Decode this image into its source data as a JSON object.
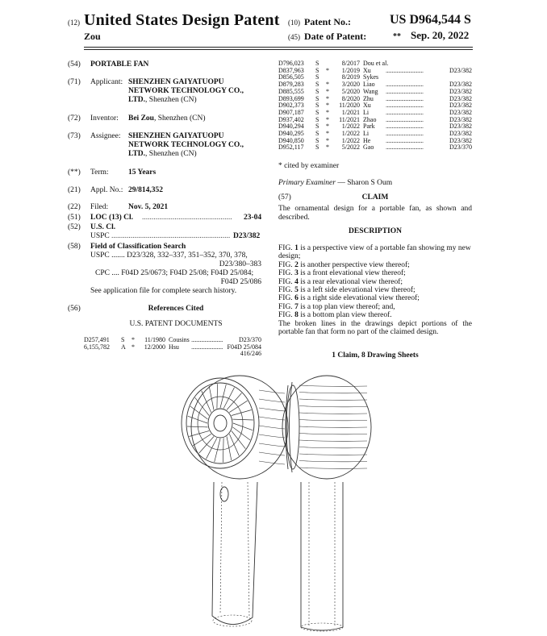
{
  "header": {
    "code12": "(12)",
    "doc_type": "United States Design Patent",
    "inventor_short": "Zou",
    "code10": "(10)",
    "patent_no_label": "Patent No.:",
    "patent_no": "US D964,544 S",
    "code45": "(45)",
    "date_label": "Date of Patent:",
    "date_stars": "**",
    "date": "Sep. 20, 2022"
  },
  "left": {
    "title_code": "(54)",
    "title": "PORTABLE FAN",
    "applicant_code": "(71)",
    "applicant_label": "Applicant:",
    "applicant_lines": [
      "SHENZHEN GAIYATUOPU",
      "NETWORK TECHNOLOGY CO.,",
      "LTD."
    ],
    "applicant_loc": ", Shenzhen (CN)",
    "inventor_code": "(72)",
    "inventor_label": "Inventor:",
    "inventor_name": "Bei Zou",
    "inventor_loc": ", Shenzhen (CN)",
    "assignee_code": "(73)",
    "assignee_label": "Assignee:",
    "assignee_lines": [
      "SHENZHEN GAIYATUOPU",
      "NETWORK TECHNOLOGY CO.,",
      "LTD."
    ],
    "assignee_loc": ", Shenzhen (CN)",
    "term_code": "(**)",
    "term_label": "Term:",
    "term_value": "15 Years",
    "appl_code": "(21)",
    "appl_label": "Appl. No.:",
    "appl_value": "29/814,352",
    "filed_code": "(22)",
    "filed_label": "Filed:",
    "filed_value": "Nov. 5, 2021",
    "loc_code": "(51)",
    "loc_label": "LOC (13) Cl.",
    "loc_dots": "...............................................",
    "loc_value": "23-04",
    "uscl_code": "(52)",
    "uscl_label": "U.S. Cl.",
    "uspc_label": "USPC",
    "uspc_dots": "..............................................................",
    "uspc_value": "D23/382",
    "foc_code": "(58)",
    "foc_label": "Field of Classification Search",
    "foc_uspc_label": "USPC ....... ",
    "foc_uspc_line1": "D23/328, 332–337, 351–352, 370, 378,",
    "foc_uspc_line2": "D23/380–383",
    "foc_cpc_label": "CPC .... ",
    "foc_cpc_line1": "F04D 25/0673; F04D 25/08; F04D 25/084;",
    "foc_cpc_line2": "F04D 25/086",
    "foc_note": "See application file for complete search history.",
    "refs_code": "(56)",
    "refs_label": "References Cited",
    "us_docs_label": "U.S. PATENT DOCUMENTS",
    "us_refs": [
      {
        "no": "D257,491",
        "kind": "S",
        "star": "*",
        "date": "11/1980",
        "name": "Cousins",
        "dots": "..........................",
        "cls": "D23/370"
      },
      {
        "no": "6,155,782",
        "kind": "A",
        "star": "*",
        "date": "12/2000",
        "name": "Hsu",
        "dots": "..........................",
        "cls": "F04D 25/084"
      }
    ],
    "ref_extra": "416/246"
  },
  "right": {
    "refs": [
      {
        "no": "D796,023",
        "kind": "S",
        "star": "",
        "date": "8/2017",
        "name": "Dou et al.",
        "dots": "",
        "cls": ""
      },
      {
        "no": "D837,963",
        "kind": "S",
        "star": "*",
        "date": "1/2019",
        "name": "Xu",
        "dots": "...............................",
        "cls": "D23/382"
      },
      {
        "no": "D856,505",
        "kind": "S",
        "star": "",
        "date": "8/2019",
        "name": "Sykes",
        "dots": "",
        "cls": ""
      },
      {
        "no": "D879,283",
        "kind": "S",
        "star": "*",
        "date": "3/2020",
        "name": "Liao",
        "dots": "...............................",
        "cls": "D23/382"
      },
      {
        "no": "D885,555",
        "kind": "S",
        "star": "*",
        "date": "5/2020",
        "name": "Wang",
        "dots": "...............................",
        "cls": "D23/382"
      },
      {
        "no": "D893,699",
        "kind": "S",
        "star": "*",
        "date": "8/2020",
        "name": "Zhu",
        "dots": "...............................",
        "cls": "D23/382"
      },
      {
        "no": "D902,373",
        "kind": "S",
        "star": "*",
        "date": "11/2020",
        "name": "Xu",
        "dots": "...............................",
        "cls": "D23/382"
      },
      {
        "no": "D907,187",
        "kind": "S",
        "star": "*",
        "date": "1/2021",
        "name": "Li",
        "dots": "...............................",
        "cls": "D23/382"
      },
      {
        "no": "D937,402",
        "kind": "S",
        "star": "*",
        "date": "11/2021",
        "name": "Zhao",
        "dots": "...............................",
        "cls": "D23/382"
      },
      {
        "no": "D940,294",
        "kind": "S",
        "star": "*",
        "date": "1/2022",
        "name": "Park",
        "dots": "...............................",
        "cls": "D23/382"
      },
      {
        "no": "D940,295",
        "kind": "S",
        "star": "*",
        "date": "1/2022",
        "name": "Li",
        "dots": "...............................",
        "cls": "D23/382"
      },
      {
        "no": "D940,850",
        "kind": "S",
        "star": "*",
        "date": "1/2022",
        "name": "He",
        "dots": "...............................",
        "cls": "D23/382"
      },
      {
        "no": "D952,117",
        "kind": "S",
        "star": "*",
        "date": "5/2022",
        "name": "Gao",
        "dots": "...............................",
        "cls": "D23/370"
      }
    ],
    "cited_note": "* cited by examiner",
    "examiner_label": "Primary Examiner",
    "examiner_sep": " — ",
    "examiner_name": "Sharon S Oum",
    "claim_code": "(57)",
    "claim_label": "CLAIM",
    "claim_text": "The ornamental design for a portable fan, as shown and described.",
    "desc_label": "DESCRIPTION",
    "figs": [
      {
        "pre": "FIG. ",
        "num": "1",
        "text": " is a perspective view of a portable fan showing my new design;"
      },
      {
        "pre": "FIG. ",
        "num": "2",
        "text": " is another perspective view thereof;"
      },
      {
        "pre": "FIG. ",
        "num": "3",
        "text": " is a front elevational view thereof;"
      },
      {
        "pre": "FIG. ",
        "num": "4",
        "text": " is a rear elevational view thereof;"
      },
      {
        "pre": "FIG. ",
        "num": "5",
        "text": " is a left side elevational view thereof;"
      },
      {
        "pre": "FIG. ",
        "num": "6",
        "text": " is a right side elevational view thereof;"
      },
      {
        "pre": "FIG. ",
        "num": "7",
        "text": " is a top plan view thereof; and,"
      },
      {
        "pre": "FIG. ",
        "num": "8",
        "text": " is a bottom plan view thereof."
      }
    ],
    "broken_lines": "The broken lines in the drawings depict portions of the portable fan that form no part of the claimed design.",
    "sheets": "1 Claim, 8 Drawing Sheets"
  },
  "drawing": {
    "name": "portable-fan-drawing",
    "stroke_color": "#333333"
  }
}
